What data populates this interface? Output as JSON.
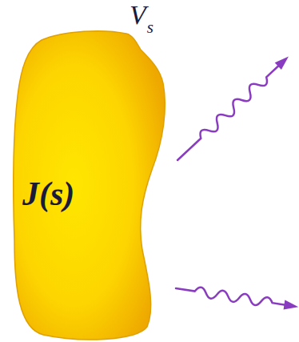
{
  "diagram": {
    "nodes": [
      {
        "text": [
          "J(s)"
        ]
      }
    ],
    "labels": [
      "V",
      "s"
    ]
  }
}
